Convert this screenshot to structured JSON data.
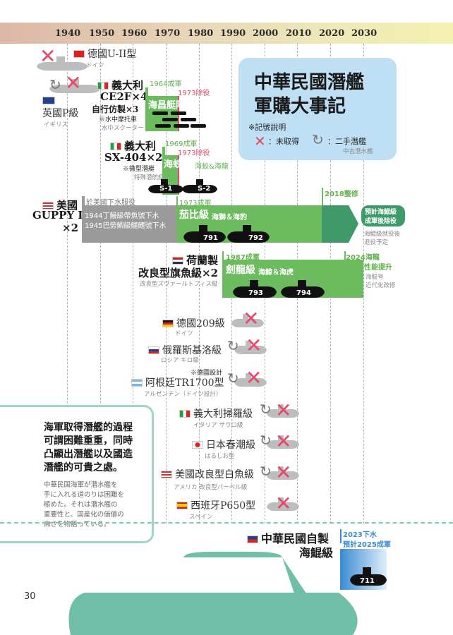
{
  "timeline": {
    "years": [
      "1940",
      "1950",
      "1960",
      "1970",
      "1980",
      "1990",
      "2000",
      "2010",
      "2020",
      "2030"
    ]
  },
  "legend": {
    "title_line1": "中華民國潛艦",
    "title_line2": "軍購大事記",
    "note": "※記號說明",
    "not_acquired": "：未取得",
    "second_hand": "：二手潛艦",
    "second_hand_jp": "中古潜水艦"
  },
  "entries": {
    "germany_u2": {
      "name": "德國U-II型",
      "jp": "ドイツ"
    },
    "uk_p": {
      "name": "英國P級",
      "jp": "イギリス"
    },
    "italy_ce2f": {
      "name": "義大利",
      "model": "CE2F×4",
      "note": "自行仿製×3",
      "sub_note": "※水中摩托車",
      "jp": "水中スクーター",
      "built": "1964成軍",
      "retired": "1973除役",
      "class": "海昌艇隊"
    },
    "italy_sx404": {
      "name": "義大利",
      "model": "SX-404×2",
      "sub_note": "※微型潛艇",
      "jp": "特殊潜航艇",
      "built": "1969成軍",
      "retired": "1973除役",
      "class": "海蛟級",
      "boats": "海蛟&海龍",
      "hull1": "S-1",
      "hull2": "S-2"
    },
    "us_guppy": {
      "name": "美國",
      "model": "GUPPY II",
      "count": "×2",
      "service_label": "於美國下水服役",
      "hist1": "1944丁鰻級帶魚號下水",
      "hist2": "1945巴勞鯛級鱷鰭號下水",
      "built": "1973成軍",
      "class": "茄比級",
      "boats": "海獅＆海豹",
      "hull1": "791",
      "hull2": "792",
      "refit": "2018整修",
      "plan": "預計海鯤級",
      "plan2": "成軍後除役",
      "plan_jp1": "海鯤級就役後",
      "plan_jp2": "退役予定"
    },
    "nl": {
      "name": "荷蘭製",
      "model": "改良型旗魚級×2",
      "jp": "改良型ズヴァールトフィス級",
      "built": "1987成軍",
      "class": "劍龍級",
      "boats": "海鯨＆海虎",
      "hull1": "793",
      "hull2": "794",
      "upgrade": "2024海龍",
      "upgrade2": "性能提升",
      "upgrade_jp1": "海龍号",
      "upgrade_jp2": "近代化改修"
    },
    "de209": {
      "name": "德國209級",
      "jp": "ドイツ"
    },
    "ru_kilo": {
      "name": "俄羅斯基洛級",
      "jp": "ロシア キロ級"
    },
    "ar_tr1700": {
      "name": "阿根廷TR1700型",
      "note": "※德國設計",
      "jp": "アルゼンチン（ドイツ設計）"
    },
    "it_sauro": {
      "name": "義大利掃羅級",
      "jp": "イタリア サウロ級"
    },
    "jp_harushio": {
      "name": "日本春潮級",
      "jp": "はるしお型"
    },
    "us_barbel": {
      "name": "美國改良型白魚級",
      "jp": "アメリカ 改良型バーベル級"
    },
    "es_p650": {
      "name": "西班牙P650型",
      "jp": "スペイン"
    },
    "roc_own": {
      "name": "中華民國自製",
      "name2": "海鯤級",
      "launch": "2023下水",
      "plan": "預計2025成軍",
      "hull": "711"
    }
  },
  "sidebox": {
    "zh": [
      "海軍取得潛艦的過程",
      "可謂困難重重，同時",
      "凸顯出潛艦以及國造",
      "潛艦的可貴之處。"
    ],
    "jp": [
      "中華民国海軍が潜水艦を",
      "手に入れる道のりは困難を",
      "極めた。それは潜水艦の",
      "重要性と、国産化の価値の",
      "高さを物語っている。"
    ]
  },
  "hero_number": "711",
  "page_number": "30",
  "colors": {
    "green": "#6dbb5f",
    "dark_green": "#3f9a6a",
    "red": "#e8476a",
    "blue": "#3b8bd4",
    "teal": "#6fbfa8"
  }
}
